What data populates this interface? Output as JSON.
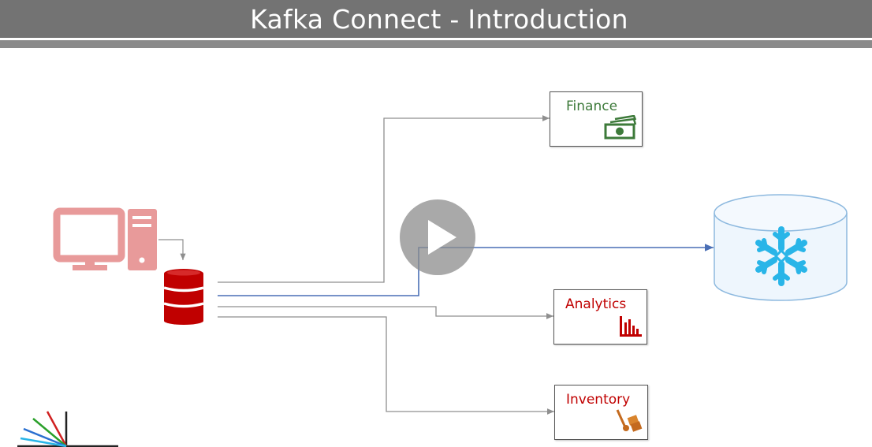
{
  "header": {
    "title": "Kafka Connect - Introduction"
  },
  "targets": {
    "finance": {
      "label": "Finance",
      "color": "#3d7a3a",
      "icon": "money-icon"
    },
    "analytics": {
      "label": "Analytics",
      "color": "#c00000",
      "icon": "bar-chart-icon"
    },
    "inventory": {
      "label": "Inventory",
      "color": "#c00000",
      "icon": "hand-truck-icon"
    },
    "warehouse": {
      "icon": "snowflake-icon",
      "color": "#29b5e8"
    }
  },
  "source": {
    "computer_icon": "desktop-computer-icon",
    "database_icon": "database-icon",
    "color": "#c00000"
  },
  "video": {
    "control": "play-button"
  }
}
